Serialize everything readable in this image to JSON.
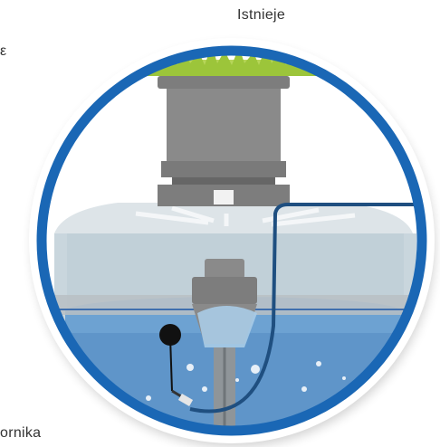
{
  "background_text": {
    "top_right": "Istnieje",
    "left_fragment": "ε",
    "bottom_left": "ornika"
  },
  "illustration": {
    "icon": "rainwater-tank-pump-icon",
    "colors": {
      "ring": "#1a67b5",
      "grass": "#a6cc3c",
      "tank_top": "#d7dee3",
      "tank_body": "#c7d5dd",
      "water": "#5f95c9",
      "pump": "#7d7d7d",
      "pipe": "#1f4f80",
      "float": "#111111"
    }
  }
}
